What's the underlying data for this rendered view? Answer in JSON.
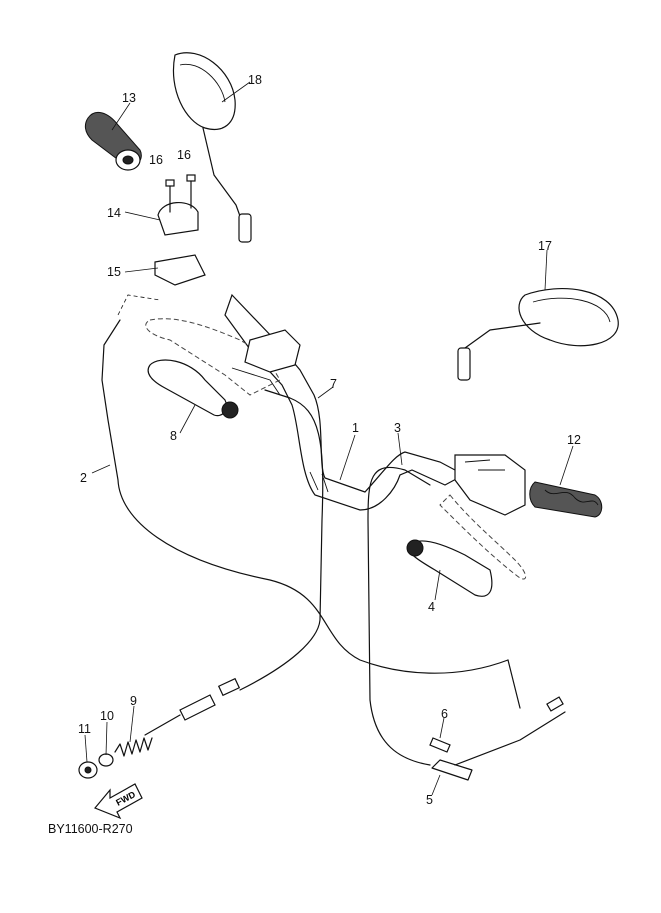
{
  "diagram": {
    "part_code": "BY11600-R270",
    "fwd_label": "FWD",
    "callouts": [
      "1",
      "2",
      "3",
      "4",
      "5",
      "6",
      "7",
      "8",
      "9",
      "10",
      "11",
      "12",
      "13",
      "14",
      "15",
      "16",
      "16",
      "17",
      "18"
    ]
  }
}
